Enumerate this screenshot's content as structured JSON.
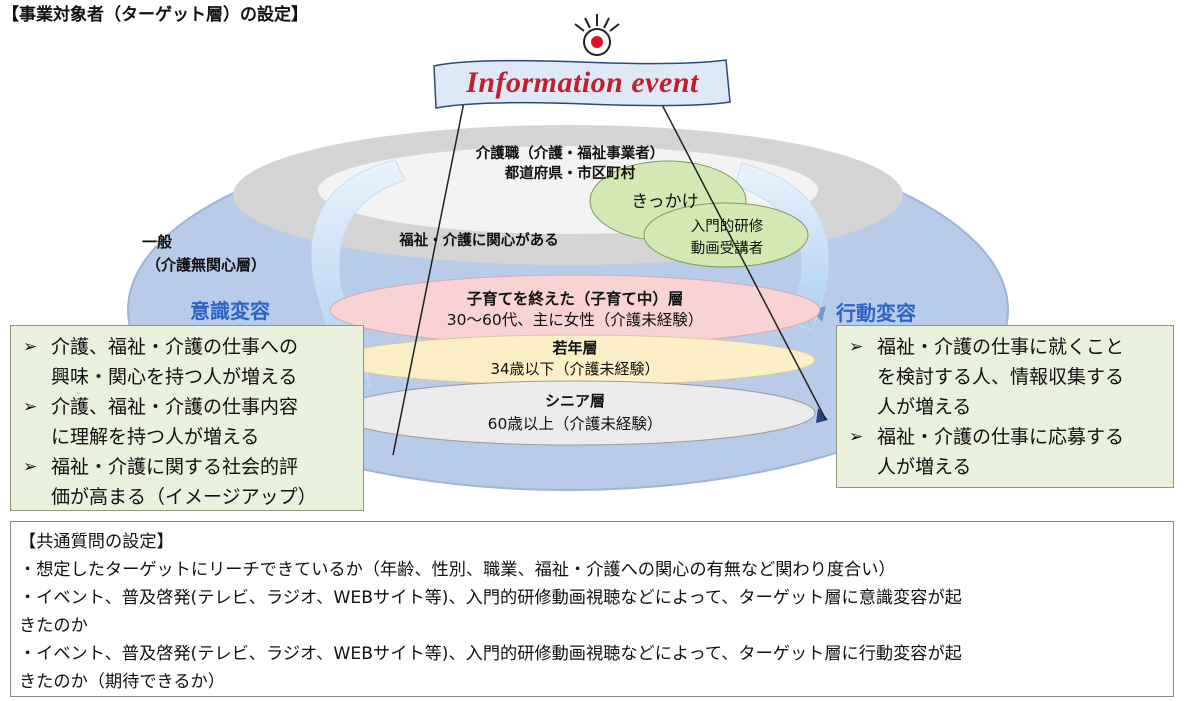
{
  "page_title": "【事業対象者（ターゲット層）の設定】",
  "event_banner": "Information event",
  "layers": {
    "top_line1": "介護職（介護・福祉事業者）",
    "top_line2": "都道府県・市区町村",
    "interest": "福祉・介護に関心がある",
    "general_line1": "一般",
    "general_line2": "（介護無関心層）"
  },
  "bubbles": {
    "kikkake": "きっかけ",
    "training_line1": "入門的研修",
    "training_line2": "動画受講者"
  },
  "targets": [
    {
      "title": "子育てを終えた（子育て中）層",
      "detail": "30～60代、主に女性（介護未経験）"
    },
    {
      "title": "若年層",
      "detail": "34歳以下（介護未経験）"
    },
    {
      "title": "シニア層",
      "detail": "60歳以上（介護未経験）"
    }
  ],
  "left_heading": "意識変容",
  "right_heading": "行動変容",
  "left_box": {
    "bullet": "➢",
    "items": [
      {
        "line1": "介護、福祉・介護の仕事への",
        "line2": "興味・関心を持つ人が増える"
      },
      {
        "line1": "介護、福祉・介護の仕事内容",
        "line2": "に理解を持つ人が増える"
      },
      {
        "line1": "福祉・介護に関する社会的評",
        "line2": "価が高まる（イメージアップ）"
      }
    ]
  },
  "right_box": {
    "bullet": "➢",
    "items": [
      {
        "line1": "福祉・介護の仕事に就くこと",
        "line2": "を検討する人、情報収集する",
        "line3": "人が増える"
      },
      {
        "line1": "福祉・介護の仕事に応募する",
        "line2": "人が増える"
      }
    ]
  },
  "common_questions": {
    "heading": "【共通質問の設定】",
    "lines": [
      "・想定したターゲットにリーチできているか（年齢、性別、職業、福祉・介護への関心の有無など関わり度合い）",
      "・イベント、普及啓発(テレビ、ラジオ、WEBサイト等)、入門的研修動画視聴などによって、ターゲット層に意識変容が起",
      "きたのか",
      "・イベント、普及啓発(テレビ、ラジオ、WEBサイト等)、入門的研修動画視聴などによって、ターゲット層に行動変容が起",
      "きたのか（期待できるか）"
    ]
  },
  "colors": {
    "outer_ellipse": "#b8cbe8",
    "inner_ellipse": "#d4d4d4",
    "bubble_green": "#d4e8b4",
    "band_pink": "#f9d3d3",
    "band_yellow": "#fcefc8",
    "band_gray": "#ebebeb",
    "heading_blue": "#2e63c7",
    "banner_text": "#c0202e",
    "box_fill": "#e9f0dc"
  }
}
